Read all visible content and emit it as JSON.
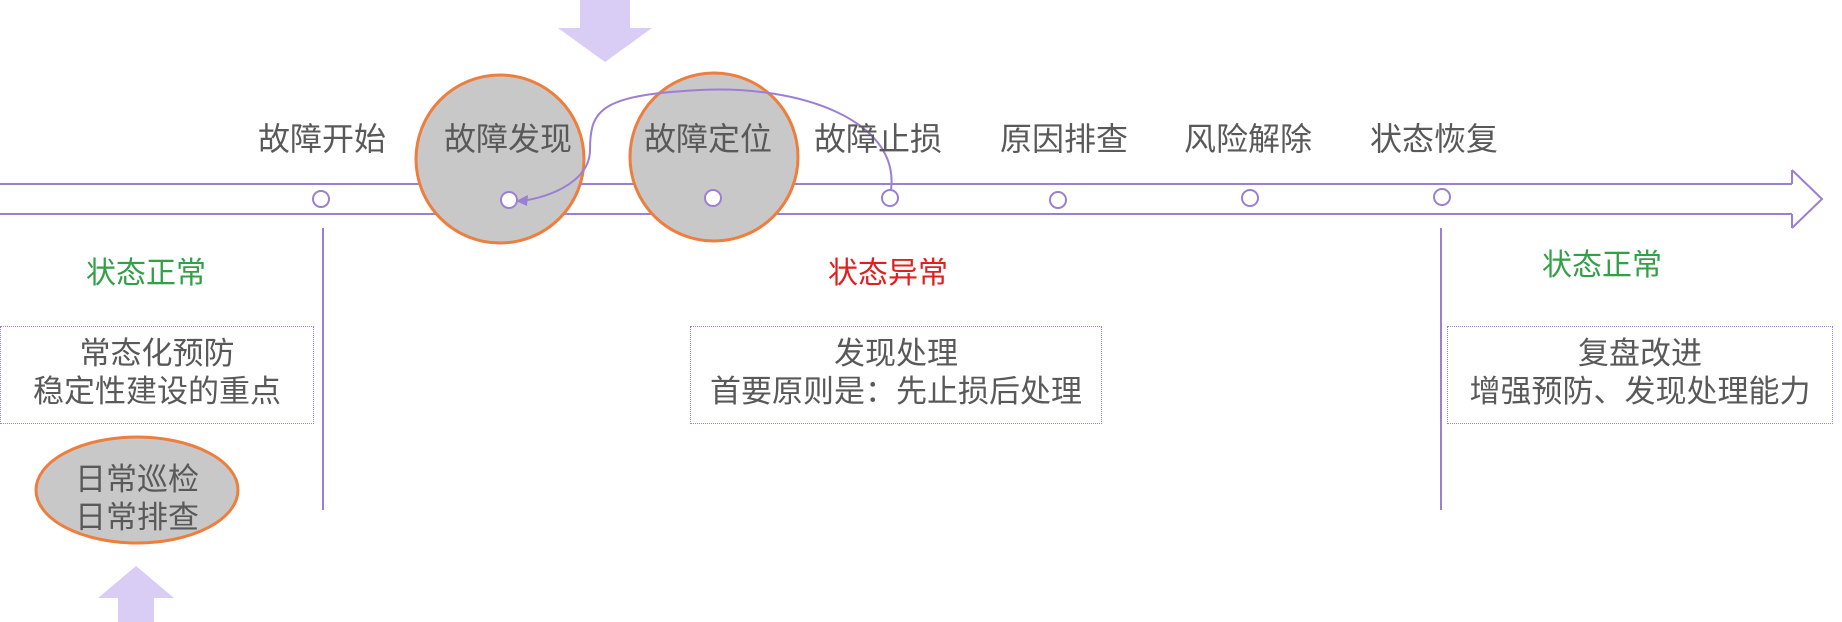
{
  "stages": [
    "故障开始",
    "故障发现",
    "故障定位",
    "故障止损",
    "原因排查",
    "风险解除",
    "状态恢复"
  ],
  "states": {
    "left": "状态正常",
    "middle": "状态异常",
    "right": "状态正常"
  },
  "boxes": {
    "left": {
      "line1": "常态化预防",
      "line2": "稳定性建设的重点"
    },
    "middle": {
      "line1": "发现处理",
      "line2": "首要原则是：先止损后处理"
    },
    "right": {
      "line1": "复盘改进",
      "line2": "增强预防、发现处理能力"
    }
  },
  "daily_check": {
    "line1": "日常巡检",
    "line2": "日常排查"
  },
  "colors": {
    "timeline": "#9b7fd4",
    "highlight_fill": "#c8c8c8",
    "highlight_stroke": "#ee7e3e",
    "arrow_fill": "#d9ccf5",
    "normal_state": "#33a046",
    "abnormal_state": "#e02020"
  }
}
